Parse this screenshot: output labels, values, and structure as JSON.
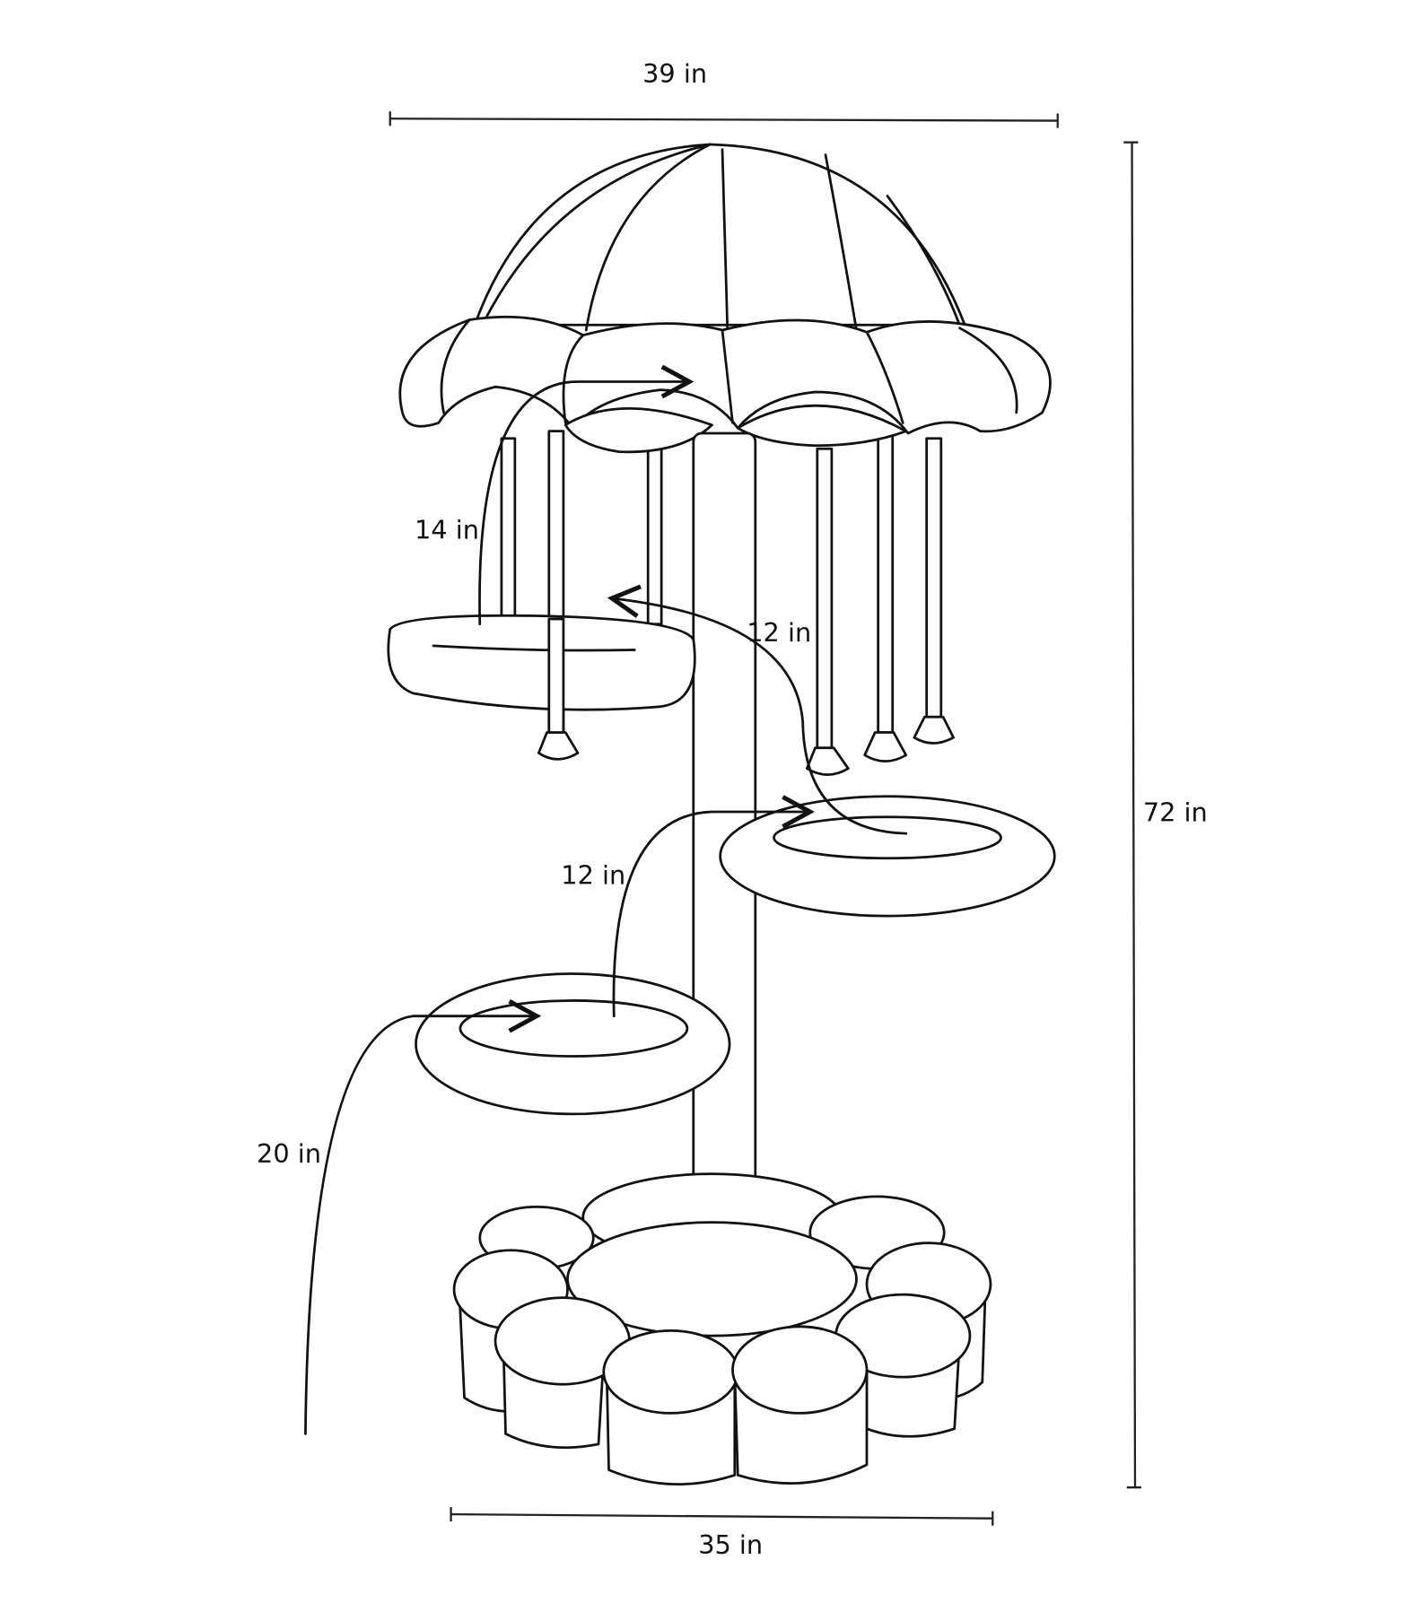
{
  "dimensions": {
    "width_top": "39 in",
    "height_total": "72 in",
    "width_base": "35 in",
    "jump_top": "14 in",
    "jump_middle": "12 in",
    "jump_lower": "12 in",
    "jump_floor": "20 in"
  }
}
